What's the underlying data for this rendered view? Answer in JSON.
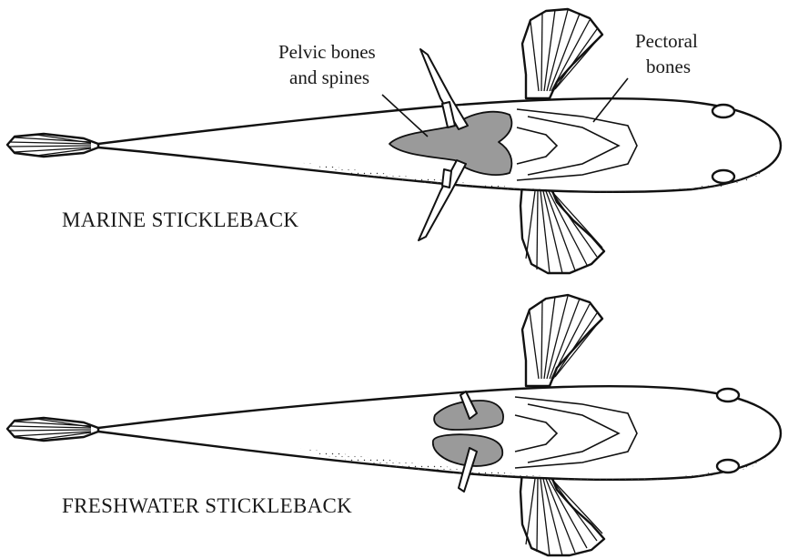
{
  "labels": {
    "marine_caption": "MARINE STICKLEBACK",
    "freshwater_caption": "FRESHWATER STICKLEBACK",
    "pelvic_line1": "Pelvic bones",
    "pelvic_line2": "and spines",
    "pectoral_line1": "Pectoral",
    "pectoral_line2": "bones"
  },
  "colors": {
    "pelvic_bone_fill": "#9a9a9a",
    "outline": "#111111",
    "background": "#ffffff"
  }
}
